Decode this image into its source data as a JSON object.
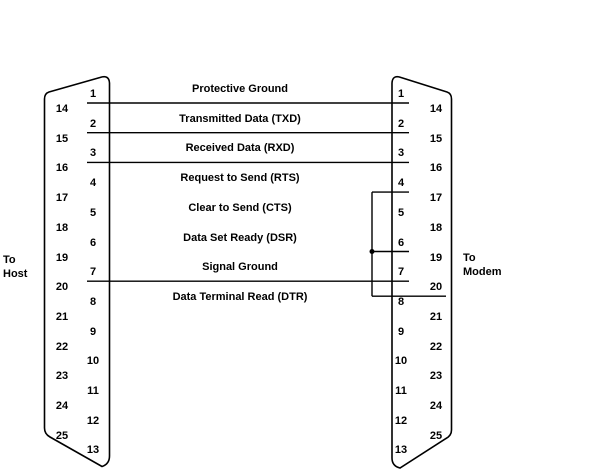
{
  "diagram": {
    "description": "DB-25 serial cable pinout between host and modem",
    "left_connector": {
      "side_label_line1": "To",
      "side_label_line2": "Host",
      "inner_pins": [
        "1",
        "2",
        "3",
        "4",
        "5",
        "6",
        "7",
        "8",
        "9",
        "10",
        "11",
        "12",
        "13"
      ],
      "outer_pins": [
        "14",
        "15",
        "16",
        "17",
        "18",
        "19",
        "20",
        "21",
        "22",
        "23",
        "24",
        "25"
      ]
    },
    "right_connector": {
      "side_label_line1": "To",
      "side_label_line2": "Modem",
      "inner_pins": [
        "1",
        "2",
        "3",
        "4",
        "5",
        "6",
        "7",
        "8",
        "9",
        "10",
        "11",
        "12",
        "13"
      ],
      "outer_pins": [
        "14",
        "15",
        "16",
        "17",
        "18",
        "19",
        "20",
        "21",
        "22",
        "23",
        "24",
        "25"
      ]
    },
    "signals": [
      {
        "row": 1,
        "label": "Protective Ground",
        "wired": true,
        "left_pin": "1",
        "right_pin": "1"
      },
      {
        "row": 2,
        "label": "Transmitted Data (TXD)",
        "wired": true,
        "left_pin": "2",
        "right_pin": "2"
      },
      {
        "row": 3,
        "label": "Received Data (RXD)",
        "wired": true,
        "left_pin": "3",
        "right_pin": "3"
      },
      {
        "row": 4,
        "label": "Request to Send (RTS)",
        "wired": false
      },
      {
        "row": 5,
        "label": "Clear to Send (CTS)",
        "wired": false
      },
      {
        "row": 6,
        "label": "Data Set Ready (DSR)",
        "wired": false
      },
      {
        "row": 7,
        "label": "Signal Ground",
        "wired": true,
        "left_pin": "7",
        "right_pin": "7"
      },
      {
        "row": 8,
        "label": "Data Terminal Read (DTR)",
        "wired": false
      }
    ],
    "right_jumper": {
      "connected_pins": [
        "4",
        "6",
        "20"
      ],
      "junction_dot_pin": "6"
    },
    "colors": {
      "line": "#000000",
      "text": "#000000",
      "background": "#ffffff"
    }
  }
}
